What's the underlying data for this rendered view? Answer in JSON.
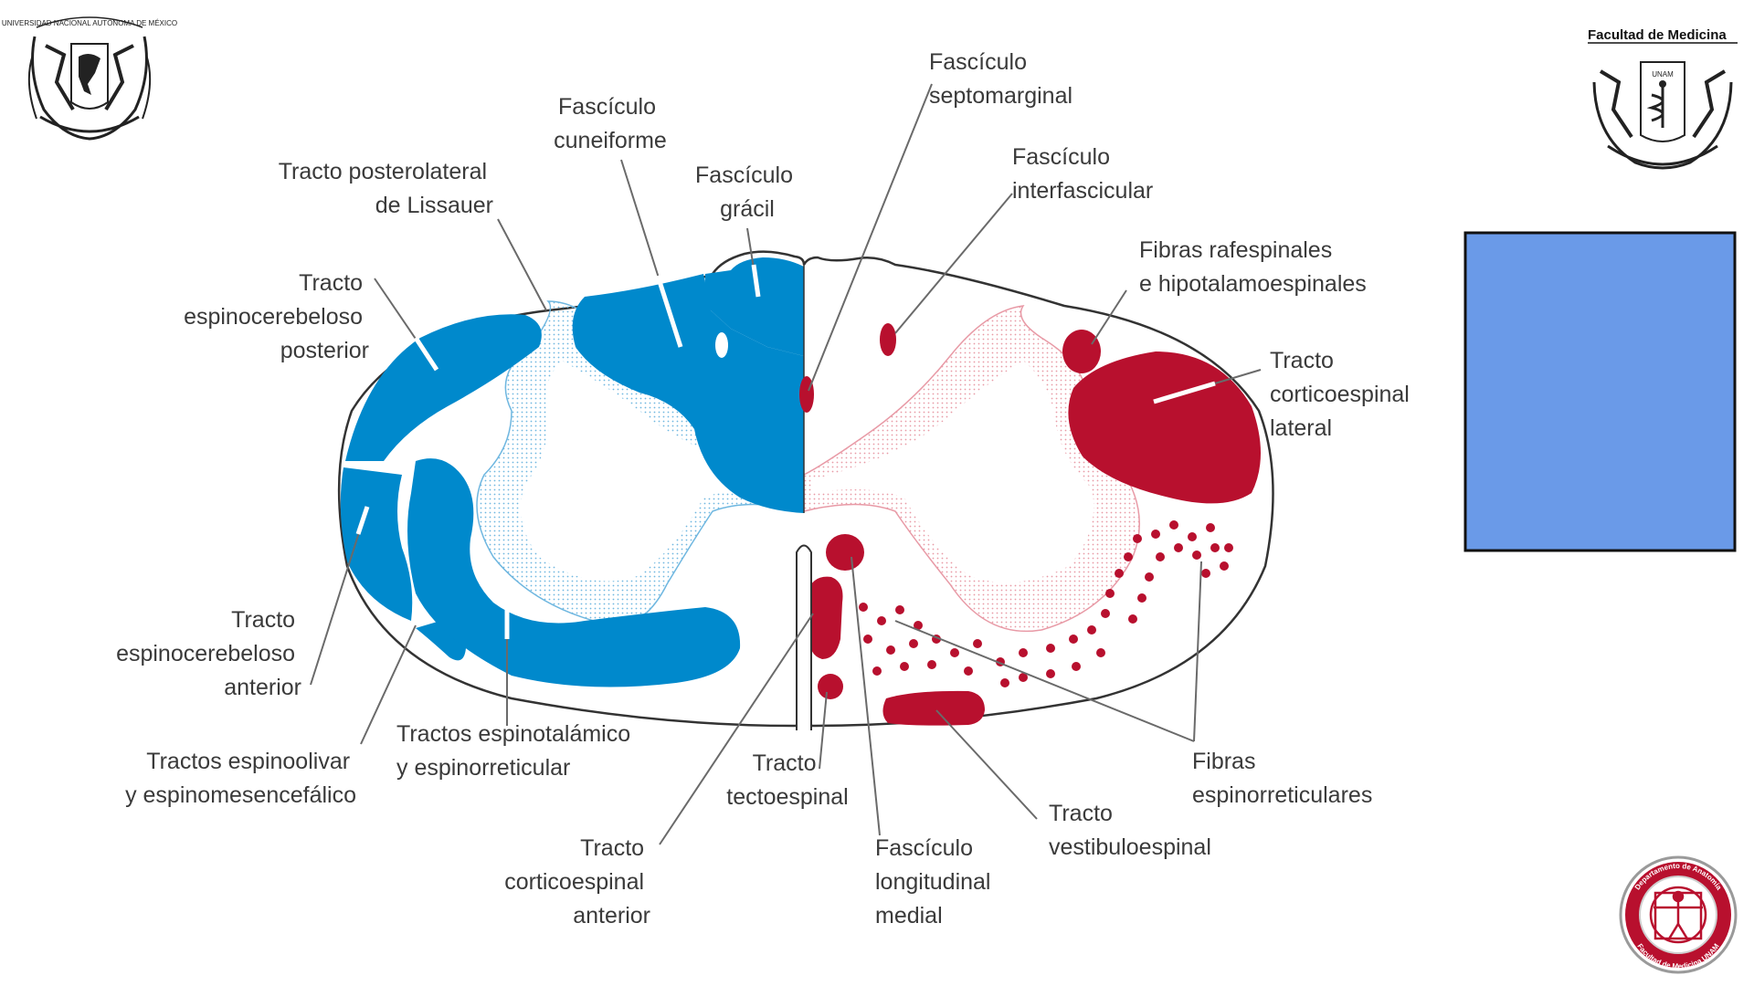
{
  "slide": {
    "faculty_title": "Facultad de Medicina",
    "unam_seal_text": "UNIVERSIDAD NACIONAL AUTÓNOMA DE MÉXICO",
    "faculty_seal_text": "UNAM",
    "dept_seal_text_top": "Departamento de Anatomía",
    "dept_seal_text_bottom": "Facultad de Medicina UNAM",
    "placeholder_box_color": "#6a9ae8"
  },
  "colors": {
    "ascending": "#0089cc",
    "descending": "#b8102e",
    "outline": "#333333",
    "label": "#3a3a3a"
  },
  "diagram": {
    "labels": {
      "fasciculo_cuneiforme": [
        "Fascículo",
        "cuneiforme"
      ],
      "tracto_lissauer": [
        "Tracto posterolateral",
        "de Lissauer"
      ],
      "fasciculo_gracil": [
        "Fascículo",
        "grácil"
      ],
      "espinocerebeloso_posterior": [
        "Tracto",
        "espinocerebeloso",
        "posterior"
      ],
      "espinocerebeloso_anterior": [
        "Tracto",
        "espinocerebeloso",
        "anterior"
      ],
      "espinoolivar": [
        "Tractos espinoolivar",
        "y espinomesencefálico"
      ],
      "espinotalamico": [
        "Tractos espinotalámico",
        "y espinorreticular"
      ],
      "septomarginal": [
        "Fascículo",
        "septomarginal"
      ],
      "interfascicular": [
        "Fascículo",
        "interfascicular"
      ],
      "rafespinales": [
        "Fibras rafespinales",
        "e hipotalamoespinales"
      ],
      "corticoespinal_lateral": [
        "Tracto",
        "corticoespinal",
        "lateral"
      ],
      "espinorreticulares": [
        "Fibras",
        "espinorreticulares"
      ],
      "tectoespinal": [
        "Tracto",
        "tectoespinal"
      ],
      "vestibuloespinal": [
        "Tracto",
        "vestibuloespinal"
      ],
      "corticoespinal_anterior": [
        "Tracto",
        "corticoespinal",
        "anterior"
      ],
      "longitudinal_medial": [
        "Fascículo",
        "longitudinal",
        "medial"
      ]
    }
  }
}
